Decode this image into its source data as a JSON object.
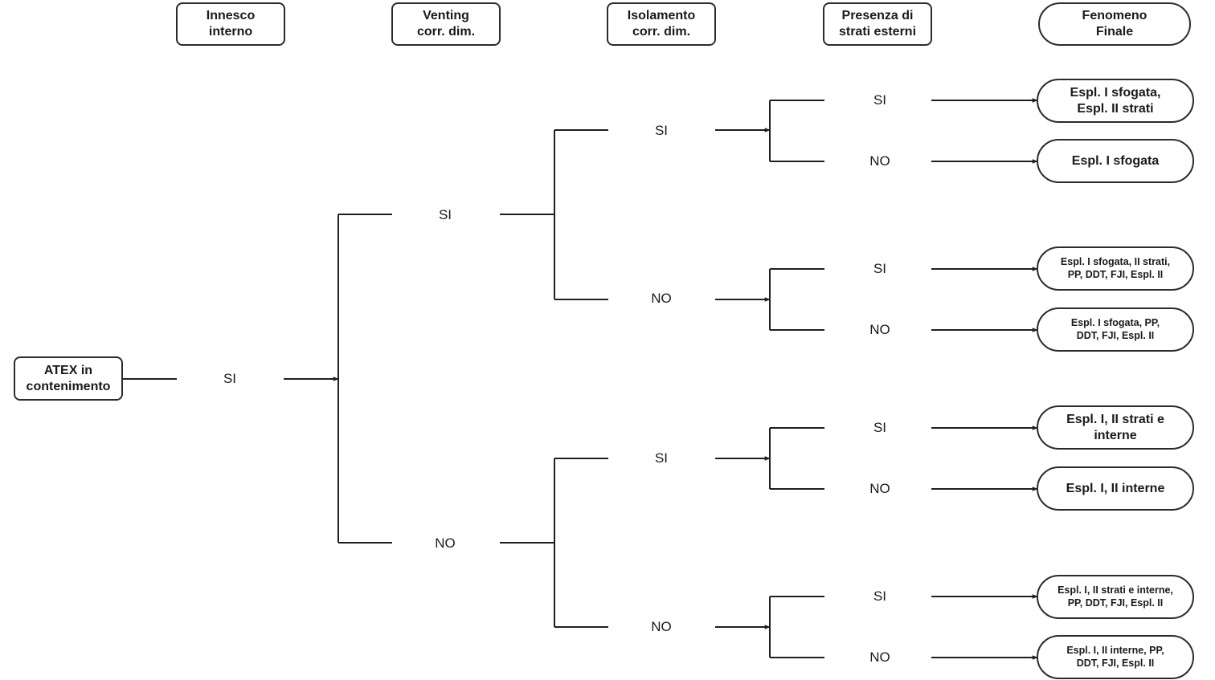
{
  "headers": [
    {
      "line1": "Innesco",
      "line2": "interno"
    },
    {
      "line1": "Venting",
      "line2": "corr. dim."
    },
    {
      "line1": "Isolamento",
      "line2": "corr. dim."
    },
    {
      "line1": "Presenza di",
      "line2": "strati esterni"
    },
    {
      "line1": "Fenomeno",
      "line2": "Finale"
    }
  ],
  "root": {
    "line1": "ATEX in",
    "line2": "contenimento"
  },
  "branches": {
    "innesco": "SI",
    "venting": [
      "SI",
      "NO"
    ],
    "isolamento": [
      "SI",
      "NO",
      "SI",
      "NO"
    ],
    "strati": [
      "SI",
      "NO",
      "SI",
      "NO",
      "SI",
      "NO",
      "SI",
      "NO"
    ]
  },
  "outcomes": [
    {
      "line1": "Espl. I sfogata,",
      "line2": "Espl. II strati"
    },
    {
      "line1": "Espl. I sfogata",
      "line2": ""
    },
    {
      "line1": "Espl. I sfogata, II strati,",
      "line2": "PP,  DDT, FJI, Espl. II"
    },
    {
      "line1": "Espl. I sfogata, PP,",
      "line2": "DDT, FJI, Espl. II"
    },
    {
      "line1": "Espl. I, II strati e",
      "line2": "interne"
    },
    {
      "line1": "Espl. I, II interne",
      "line2": ""
    },
    {
      "line1": "Espl. I, II strati e interne,",
      "line2": "PP, DDT, FJI, Espl. II"
    },
    {
      "line1": "Espl. I, II interne, PP,",
      "line2": "DDT, FJI, Espl. II"
    }
  ],
  "colors": {
    "line": "#1f1f1f",
    "border": "#2b2b2b",
    "text": "#1a1a1a"
  }
}
